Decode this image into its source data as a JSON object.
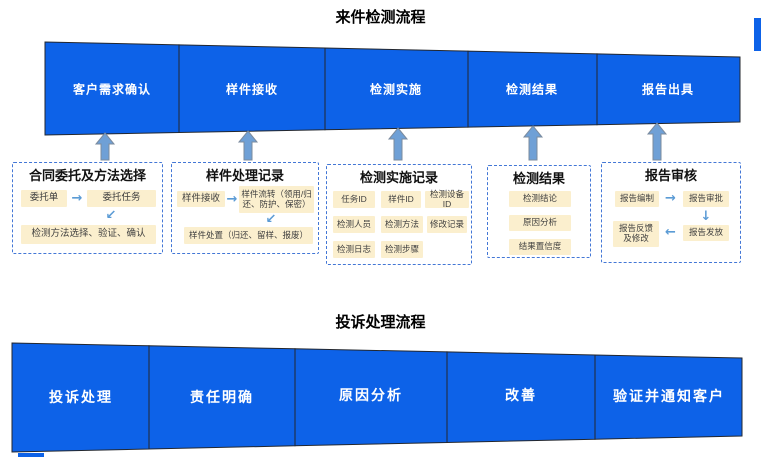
{
  "top_flow": {
    "title": "来件检测流程",
    "stages": [
      "客户需求确认",
      "样件接收",
      "检测实施",
      "检测结果",
      "报告出具"
    ],
    "boxes": [
      {
        "title": "合同委托及方法选择",
        "items": [
          "委托单",
          "委托任务",
          "检测方法选择、验证、确认"
        ]
      },
      {
        "title": "样件处理记录",
        "items": [
          "样件接收",
          "样件流转（领用/归还、防护、保密）",
          "样件处置（归还、留样、报废）"
        ]
      },
      {
        "title": "检测实施记录",
        "items": [
          "任务ID",
          "样件ID",
          "检测设备ID",
          "检测人员",
          "检测方法",
          "修改记录",
          "检测日志",
          "检测步骤"
        ]
      },
      {
        "title": "检测结果",
        "items": [
          "检测结论",
          "原因分析",
          "结果置信度"
        ]
      },
      {
        "title": "报告审核",
        "items": [
          "报告编制",
          "报告审批",
          "报告反馈及修改",
          "报告发放"
        ]
      }
    ]
  },
  "bottom_flow": {
    "title": "投诉处理流程",
    "stages": [
      "投诉处理",
      "责任明确",
      "原因分析",
      "改善",
      "验证并通知客户"
    ]
  },
  "icons": {
    "right_arrow": "→",
    "left_arrow": "←",
    "down_arrow": "↓",
    "down_left_arrow": "↙"
  },
  "colors": {
    "banner_blue": "#0D62E8",
    "banner_border": "#23272E",
    "big_arrow_fill": "#6FA0D6",
    "big_arrow_stroke": "#7B8B9E",
    "detail_box_border": "#4377D6",
    "item_background": "#FBEFCE",
    "connector_blue": "#5B9BD5",
    "stage_text": "#FFFFFF",
    "title_text": "#000000"
  }
}
